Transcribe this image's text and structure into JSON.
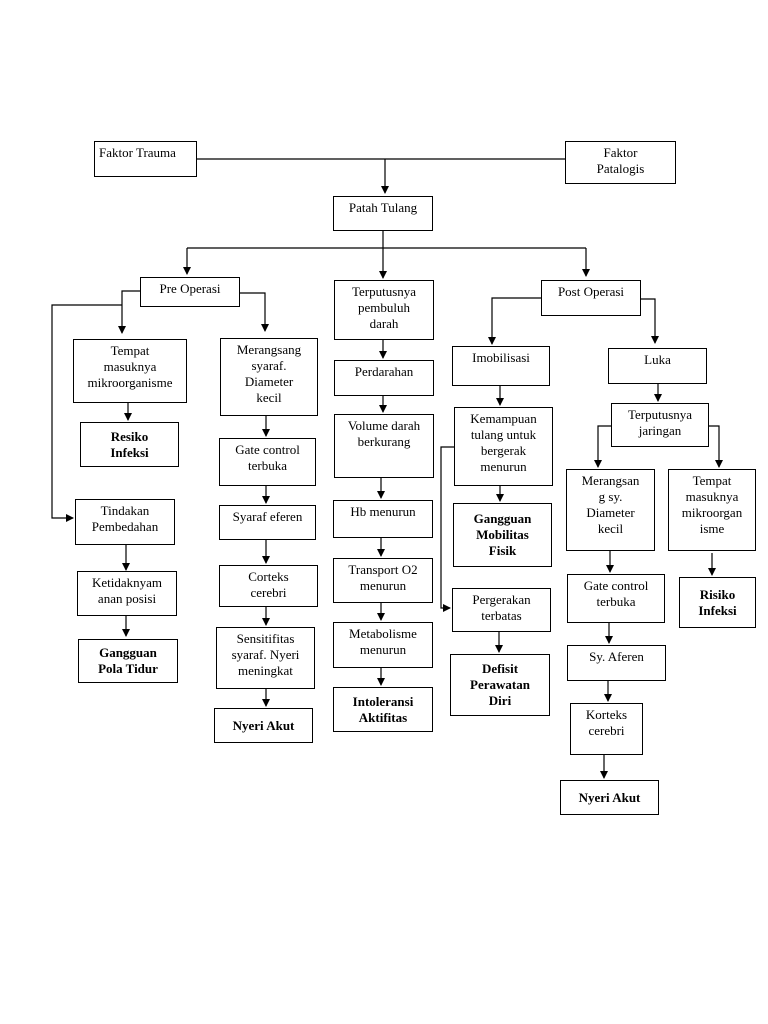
{
  "nodes": {
    "faktor_trauma": "Faktor Trauma",
    "faktor_patalogis": "Faktor\nPatalogis",
    "patah_tulang": "Patah Tulang",
    "pre_operasi": "Pre Operasi",
    "terputusnya_pembuluh": "Terputusnya\npembuluh\ndarah",
    "post_operasi": "Post Operasi",
    "tempat_masuknya_1": "Tempat\nmasuknya\nmikroorganisme",
    "resiko_infeksi": "Resiko\nInfeksi",
    "merangsang_1": "Merangsang\nsyaraf.\nDiameter\nkecil",
    "gate_control_1": "Gate control\nterbuka",
    "syaraf_eferen": "Syaraf eferen",
    "korteks_1": "Corteks\ncerebri",
    "sensitifitas": "Sensitifitas\nsyaraf. Nyeri\nmeningkat",
    "nyeri_akut_1": "Nyeri Akut",
    "tindakan_pembedahan": "Tindakan\nPembedahan",
    "ketidaknyamanan": "Ketidaknyam\nanan posisi",
    "gangguan_pola_tidur": "Gangguan\nPola Tidur",
    "perdarahan": "Perdarahan",
    "volume_darah": "Volume darah\nberkurang",
    "hb_menurun": "Hb menurun",
    "transport_o2": "Transport O2\nmenurun",
    "metabolisme": "Metabolisme\nmenurun",
    "intoleransi": "Intoleransi\nAktifitas",
    "imobilisasi": "Imobilisasi",
    "kemampuan_tulang": "Kemampuan\ntulang untuk\nbergerak\nmenurun",
    "gangguan_mobilitas": "Gangguan\nMobilitas\nFisik",
    "pergerakan": "Pergerakan\nterbatas",
    "defisit": "Defisit\nPerawatan\nDiri",
    "luka": "Luka",
    "terputusnya_jaringan": "Terputusnya\njaringan",
    "merangsang_2": "Merangsan\ng sy.\nDiameter\nkecil",
    "gate_control_2": "Gate control\nterbuka",
    "sy_aferen": "Sy. Aferen",
    "korteks_2": "Korteks\ncerebri",
    "nyeri_akut_2": "Nyeri Akut",
    "tempat_masuknya_2": "Tempat\nmasuknya\nmikroorgan\nisme",
    "risiko_infeksi": "Risiko\nInfeksi"
  }
}
